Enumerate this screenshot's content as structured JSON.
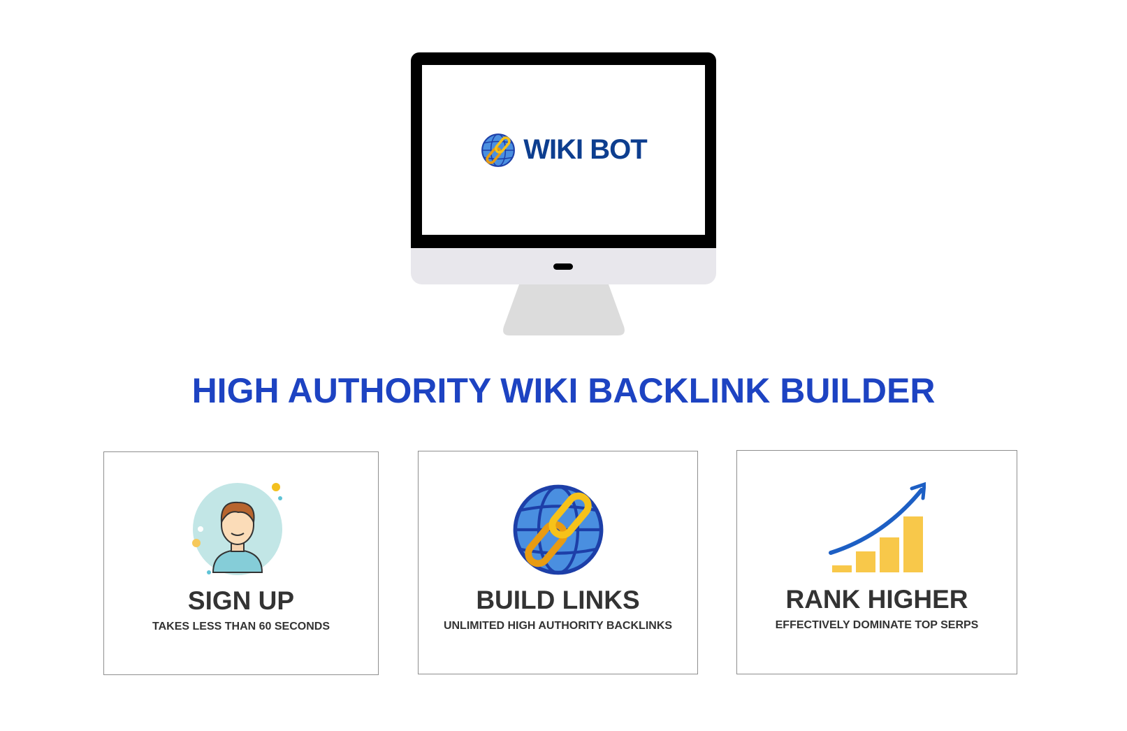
{
  "hero": {
    "brand_name": "WIKI BOT",
    "logo_icon": "globe-chain-icon"
  },
  "headline": "HIGH AUTHORITY WIKI BACKLINK BUILDER",
  "features": [
    {
      "title": "SIGN UP",
      "subtitle": "TAKES LESS THAN 60 SECONDS",
      "icon": "user-avatar-icon"
    },
    {
      "title": "BUILD LINKS",
      "subtitle": "UNLIMITED HIGH AUTHORITY BACKLINKS",
      "icon": "globe-chain-icon"
    },
    {
      "title": "RANK HIGHER",
      "subtitle": "EFFECTIVELY DOMINATE TOP SERPS",
      "icon": "growth-chart-icon"
    }
  ],
  "colors": {
    "headline": "#1d43c2",
    "brand": "#0d3e8f",
    "text": "#333333"
  }
}
